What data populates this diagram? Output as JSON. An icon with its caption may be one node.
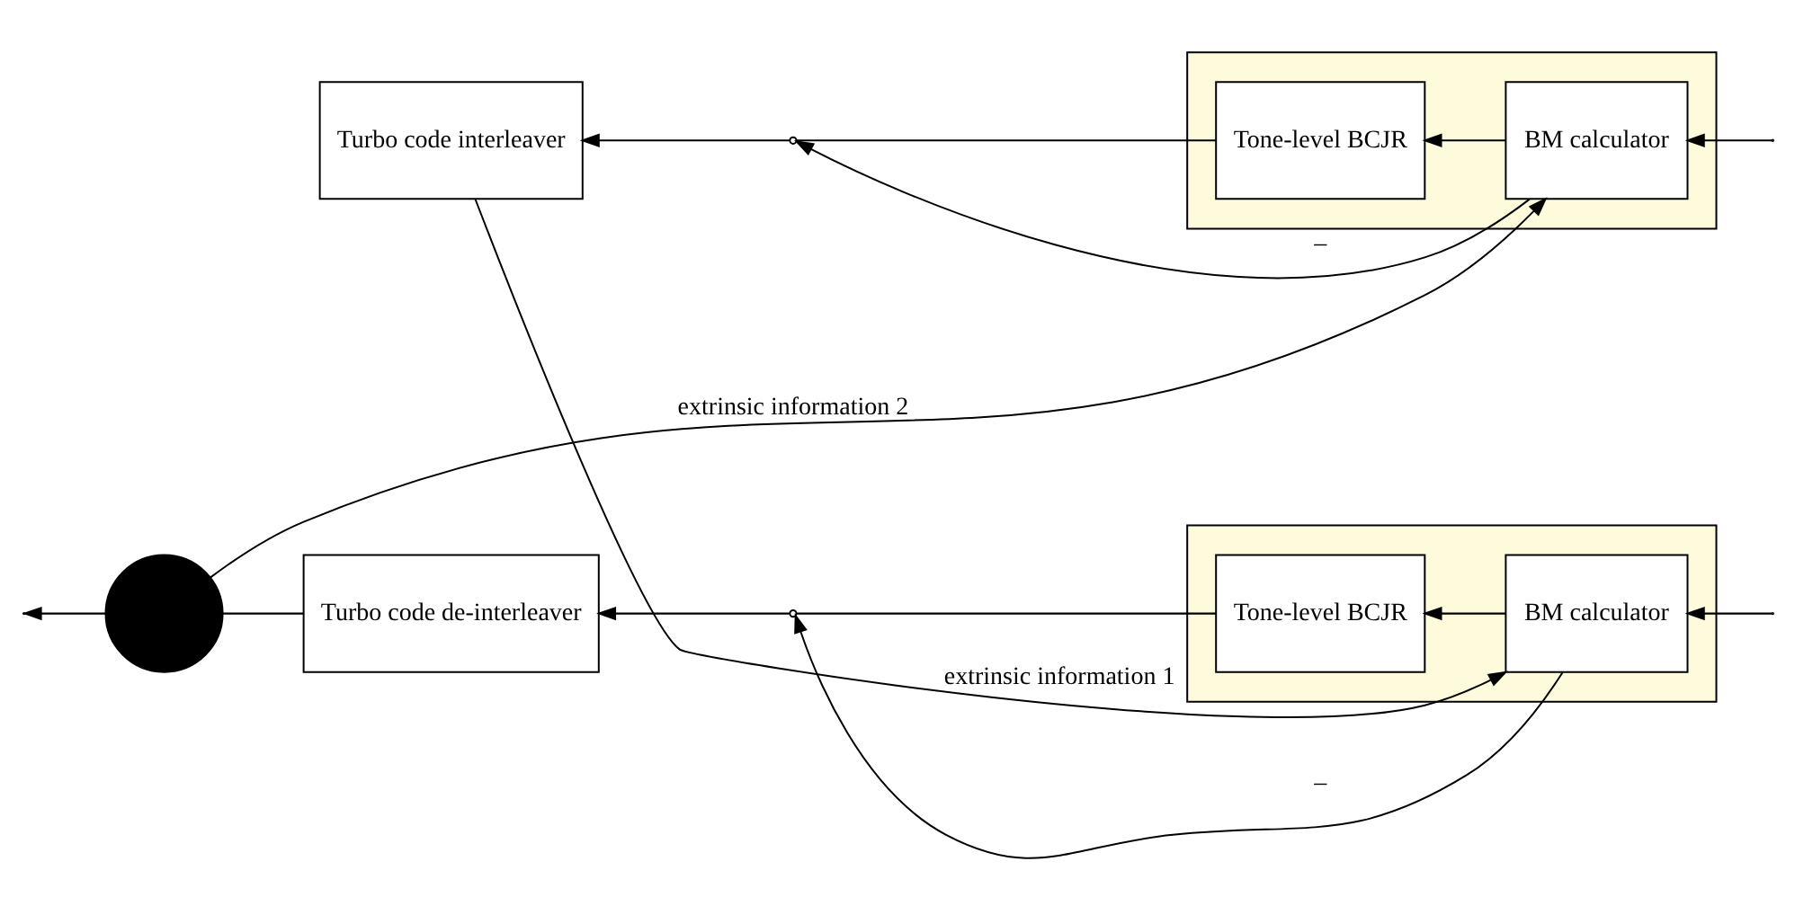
{
  "diagram": {
    "nodes": [
      {
        "text": [],
        "shape": "box"
      },
      {
        "text": [
          "Turbo code interleaver"
        ]
      },
      {
        "text": [
          "Tone-level BCJR"
        ],
        "in": 0
      },
      {
        "text": [
          "BM calculator"
        ],
        "in": 0
      },
      {
        "text": [],
        "shape": "box"
      },
      {
        "text": [
          "Turbo code de-interleaver"
        ]
      },
      {
        "text": [
          "Tone-level BCJR"
        ],
        "in": 4
      },
      {
        "text": [
          "BM calculator"
        ],
        "in": 4
      },
      {
        "text": [],
        "shape": "circle"
      },
      {
        "text": [],
        "shape": "point"
      },
      {
        "text": [],
        "shape": "point"
      }
    ],
    "edges": [
      {
        "from": null,
        "to": 3,
        "arrow": "to"
      },
      {
        "from": 3,
        "to": 2,
        "arrow": "to"
      },
      {
        "from": 2,
        "to": 9,
        "arrow": "none"
      },
      {
        "from": 3,
        "to": 9,
        "arrow": "to",
        "label": "–"
      },
      {
        "from": 9,
        "to": 1,
        "arrow": "to"
      },
      {
        "from": null,
        "to": 7,
        "arrow": "to"
      },
      {
        "from": 7,
        "to": 6,
        "arrow": "to"
      },
      {
        "from": 6,
        "to": 10,
        "arrow": "none"
      },
      {
        "from": 7,
        "to": 10,
        "arrow": "to",
        "label": "–"
      },
      {
        "from": 10,
        "to": 5,
        "arrow": "to"
      },
      {
        "from": 5,
        "to": 8,
        "arrow": "none"
      },
      {
        "from": 8,
        "to": null,
        "arrow": "to"
      },
      {
        "from": 8,
        "to": 3,
        "arrow": "to",
        "label": "extrinsic information 2"
      },
      {
        "from": 1,
        "to": 7,
        "arrow": "to",
        "label": "extrinsic information 1"
      }
    ]
  }
}
